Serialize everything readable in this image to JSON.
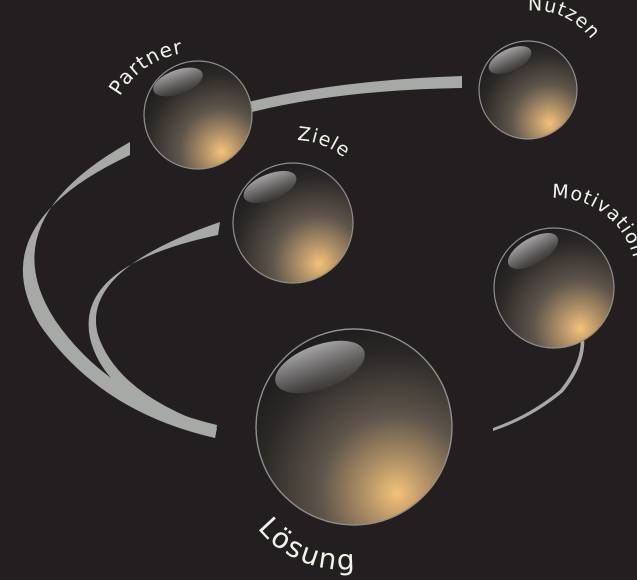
{
  "nodes": {
    "partner": {
      "label": "Partner"
    },
    "nutzen": {
      "label": "Nutzen"
    },
    "ziele": {
      "label": "Ziele"
    },
    "motivation": {
      "label": "Motivation"
    },
    "loesung": {
      "label": "Lösung"
    }
  },
  "colors": {
    "background": "#231f20",
    "band": "#a7a9a7",
    "sphere_glow": "#f4c27a",
    "sphere_dark": "#1e1c1c",
    "sphere_rim": "#8f8f8f",
    "label": "#f2f2ea"
  }
}
